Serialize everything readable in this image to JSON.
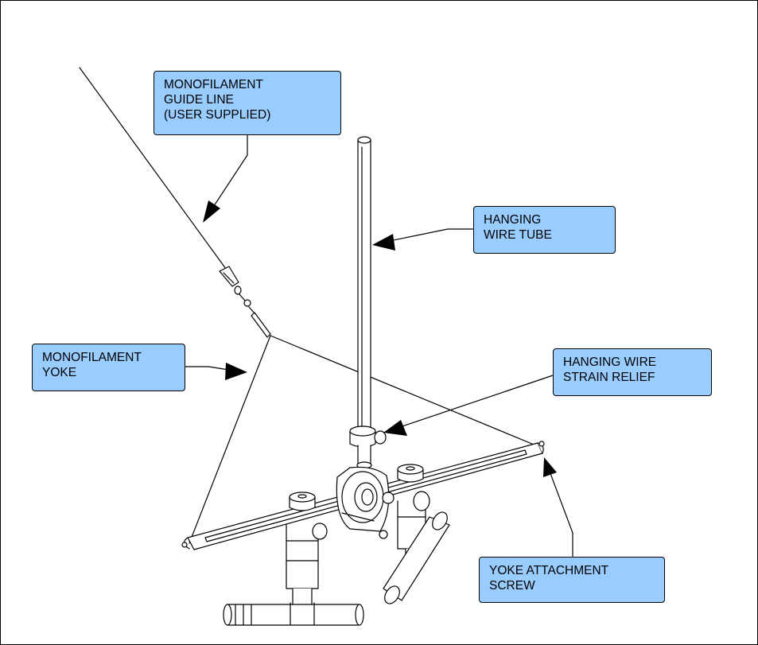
{
  "callouts": {
    "guide_line": [
      "MONOFILAMENT",
      "GUIDE LINE",
      "(USER SUPPLIED)"
    ],
    "wire_tube": [
      "HANGING",
      "WIRE TUBE"
    ],
    "yoke": [
      "MONOFILAMENT",
      "YOKE"
    ],
    "strain_relief": [
      "HANGING WIRE",
      "STRAIN RELIEF"
    ],
    "attachment_screw": [
      "YOKE ATTACHMENT",
      "SCREW"
    ]
  },
  "colors": {
    "callout_fill": "#99ccff",
    "line": "#000000",
    "part_fill": "#ffffff"
  }
}
